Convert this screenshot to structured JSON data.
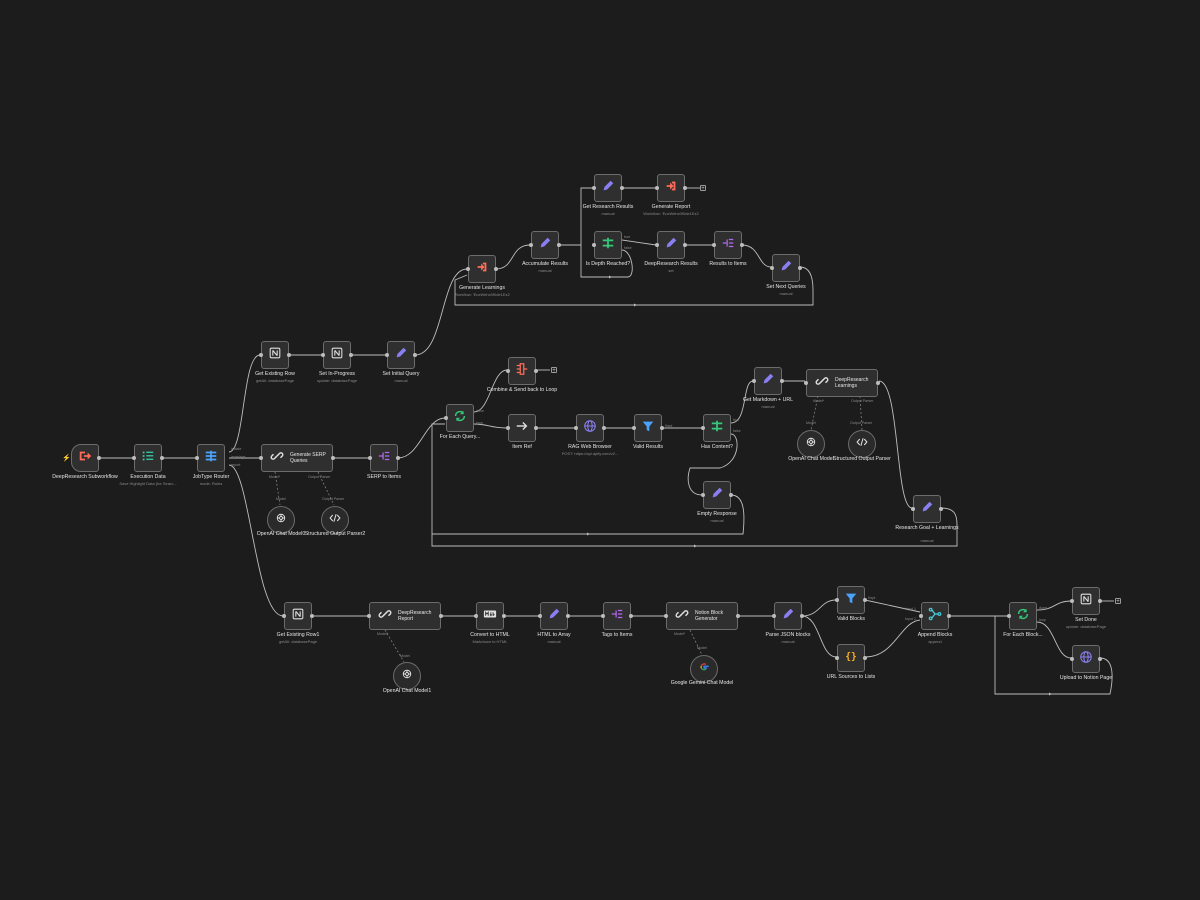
{
  "colors": {
    "background": "#1c1c1c",
    "node_fill": "#2f2f2f",
    "node_border": "#6c6c6c",
    "wire": "#bdbdbd",
    "set_purple": "#8a7ff0",
    "execute_orange": "#ff6d5a",
    "if_green": "#35c97a",
    "filter_blue": "#4aa3ff",
    "split_purple": "#b268f0",
    "code_orange": "#ffb020"
  },
  "nodes": {
    "deepresearch_subworkflow": {
      "label": "DeepResearch Subworkflow",
      "caption": "",
      "icon": "exit-arrow-icon"
    },
    "execution_data": {
      "label": "Execution Data",
      "caption": "Save Highlight Data (for Searc...",
      "icon": "list-check-icon"
    },
    "jobtype_router": {
      "label": "JobType Router",
      "caption": "mode: Rules",
      "icon": "switch-icon",
      "outputs": [
        "initiate",
        "learnings",
        "report"
      ]
    },
    "get_existing_row": {
      "label": "Get Existing Row",
      "caption": "getAll: databasePage",
      "icon": "notion-icon"
    },
    "set_in_progress": {
      "label": "Set In-Progress",
      "caption": "update: databasePage",
      "icon": "notion-icon"
    },
    "set_initial_query": {
      "label": "Set Initial Query",
      "caption": "manual",
      "icon": "pencil-icon"
    },
    "generate_learnings": {
      "label": "Generate Learnings",
      "caption": "Workflow: 'EuxWehx0f0de1Ez2",
      "icon": "execute-workflow-icon"
    },
    "accumulate_results": {
      "label": "Accumulate Results",
      "caption": "manual",
      "icon": "pencil-icon"
    },
    "get_research_results": {
      "label": "Get Research Results",
      "caption": "manual",
      "icon": "pencil-icon"
    },
    "generate_report": {
      "label": "Generate Report",
      "caption": "Workflow: 'EuxWehx0f0de1Ez2",
      "icon": "execute-workflow-icon"
    },
    "is_depth_reached": {
      "label": "Is Depth Reached?",
      "caption": "",
      "icon": "if-icon",
      "outputs": [
        "true",
        "false"
      ]
    },
    "deepresearch_results": {
      "label": "DeepResearch Results",
      "caption": "set",
      "icon": "pencil-icon"
    },
    "results_to_items": {
      "label": "Results to Items",
      "caption": "",
      "icon": "split-out-icon"
    },
    "set_next_queries": {
      "label": "Set Next Queries",
      "caption": "manual",
      "icon": "pencil-icon"
    },
    "generate_serp_queries": {
      "label": "Generate SERP Queries",
      "caption": "",
      "icon": "chain-link-icon",
      "ports": [
        "Model*",
        "Output Parser"
      ]
    },
    "serp_to_items": {
      "label": "SERP to Items",
      "caption": "",
      "icon": "split-out-icon"
    },
    "openai_chat_model0": {
      "label": "OpenAI Chat Model0",
      "caption": "",
      "icon": "openai-icon",
      "port": "Model"
    },
    "structured_output_parser2": {
      "label": "Structured Output Parser2",
      "caption": "",
      "icon": "code-icon",
      "port": "Output Parser"
    },
    "for_each_query": {
      "label": "For Each Query...",
      "caption": "",
      "icon": "loop-icon",
      "outputs": [
        "done",
        "loop"
      ]
    },
    "combine_send_back": {
      "label": "Combine & Send back to Loop",
      "caption": "",
      "icon": "merge-icon"
    },
    "item_ref": {
      "label": "Item Ref",
      "caption": "",
      "icon": "arrow-right-icon"
    },
    "rag_web_browser": {
      "label": "RAG Web Browser",
      "caption": "POST: https://api.apify.com/v2...",
      "icon": "globe-icon"
    },
    "valid_results": {
      "label": "Valid Results",
      "caption": "",
      "icon": "filter-icon",
      "output": "Kept"
    },
    "has_content": {
      "label": "Has Content?",
      "caption": "",
      "icon": "if-icon",
      "outputs": [
        "true",
        "false"
      ]
    },
    "empty_response": {
      "label": "Empty Response",
      "caption": "manual",
      "icon": "pencil-icon"
    },
    "get_markdown_url": {
      "label": "Get Markdown + URL",
      "caption": "manual",
      "icon": "pencil-icon"
    },
    "deepresearch_learnings": {
      "label": "DeepResearch Learnings",
      "caption": "",
      "icon": "chain-link-icon",
      "ports": [
        "Model*",
        "Output Parser"
      ]
    },
    "openai_chat_model": {
      "label": "OpenAI Chat Model",
      "caption": "",
      "icon": "openai-icon",
      "port": "Model"
    },
    "structured_output_parser": {
      "label": "Structured Output Parser",
      "caption": "",
      "icon": "code-icon",
      "port": "Output Parser"
    },
    "research_goal_learnings": {
      "label": "Research Goal + Learnings",
      "caption": "manual",
      "icon": "pencil-icon"
    },
    "get_existing_row1": {
      "label": "Get Existing Row1",
      "caption": "getAll: databasePage",
      "icon": "notion-icon"
    },
    "deepresearch_report": {
      "label": "DeepResearch Report",
      "caption": "",
      "icon": "chain-link-icon",
      "ports": [
        "Model*"
      ]
    },
    "openai_chat_model1": {
      "label": "OpenAI Chat Model1",
      "caption": "",
      "icon": "openai-icon",
      "port": "Model"
    },
    "convert_to_html": {
      "label": "Convert to HTML",
      "caption": "Markdown to HTML",
      "icon": "markdown-icon"
    },
    "html_to_array": {
      "label": "HTML to Array",
      "caption": "manual",
      "icon": "pencil-icon"
    },
    "tags_to_items": {
      "label": "Tags to Items",
      "caption": "",
      "icon": "split-out-icon"
    },
    "notion_block_generator": {
      "label": "Notion Block Generator",
      "caption": "",
      "icon": "chain-link-icon",
      "ports": [
        "Model*"
      ]
    },
    "google_gemini_chat_model": {
      "label": "Google Gemini Chat Model",
      "caption": "",
      "icon": "google-icon",
      "port": "Model"
    },
    "parse_json_blocks": {
      "label": "Parse JSON blocks",
      "caption": "manual",
      "icon": "pencil-icon"
    },
    "valid_blocks": {
      "label": "Valid Blocks",
      "caption": "",
      "icon": "filter-icon",
      "output": "Kept"
    },
    "url_sources_to_lists": {
      "label": "URL Sources to Lists",
      "caption": "",
      "icon": "braces-icon"
    },
    "append_blocks": {
      "label": "Append Blocks",
      "caption": "append",
      "icon": "merge-branches-icon",
      "inputs": [
        "Input 1",
        "Input 2"
      ]
    },
    "for_each_block": {
      "label": "For Each Block...",
      "caption": "",
      "icon": "loop-icon",
      "outputs": [
        "done",
        "loop"
      ]
    },
    "set_done": {
      "label": "Set Done",
      "caption": "update: databasePage",
      "icon": "notion-icon"
    },
    "upload_to_notion_page": {
      "label": "Upload to Notion Page",
      "caption": "",
      "icon": "globe-icon"
    }
  }
}
